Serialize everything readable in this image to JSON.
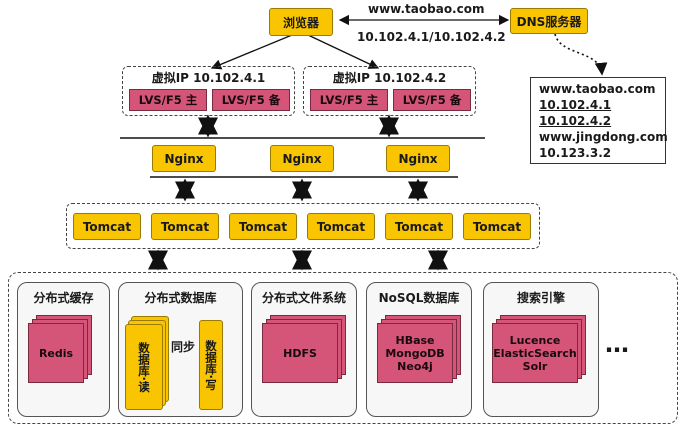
{
  "browser": "浏览器",
  "dns_server": "DNS服务器",
  "request_domain": "www.taobao.com",
  "response_ips": "10.102.4.1/10.102.4.2",
  "dns_records": [
    "www.taobao.com",
    "10.102.4.1",
    "10.102.4.2",
    "www.jingdong.com",
    "10.123.3.2"
  ],
  "vips": [
    {
      "title": "虚拟IP 10.102.4.1",
      "primary": "LVS/F5 主",
      "backup": "LVS/F5 备"
    },
    {
      "title": "虚拟IP 10.102.4.2",
      "primary": "LVS/F5 主",
      "backup": "LVS/F5 备"
    }
  ],
  "nginx": [
    "Nginx",
    "Nginx",
    "Nginx"
  ],
  "tomcat": [
    "Tomcat",
    "Tomcat",
    "Tomcat",
    "Tomcat",
    "Tomcat",
    "Tomcat"
  ],
  "services": {
    "cache": {
      "title": "分布式缓存",
      "content": "Redis"
    },
    "database": {
      "title": "分布式数据库",
      "read": "数据库·读",
      "write": "数据库·写",
      "sync": "同步"
    },
    "filesystem": {
      "title": "分布式文件系统",
      "content": "HDFS"
    },
    "nosql": {
      "title": "NoSQL数据库",
      "content": [
        "HBase",
        "MongoDB",
        "Neo4j"
      ]
    },
    "search": {
      "title": "搜索引擎",
      "content": [
        "Lucence",
        "ElasticSearch",
        "Solr"
      ]
    }
  },
  "ellipsis": "…"
}
